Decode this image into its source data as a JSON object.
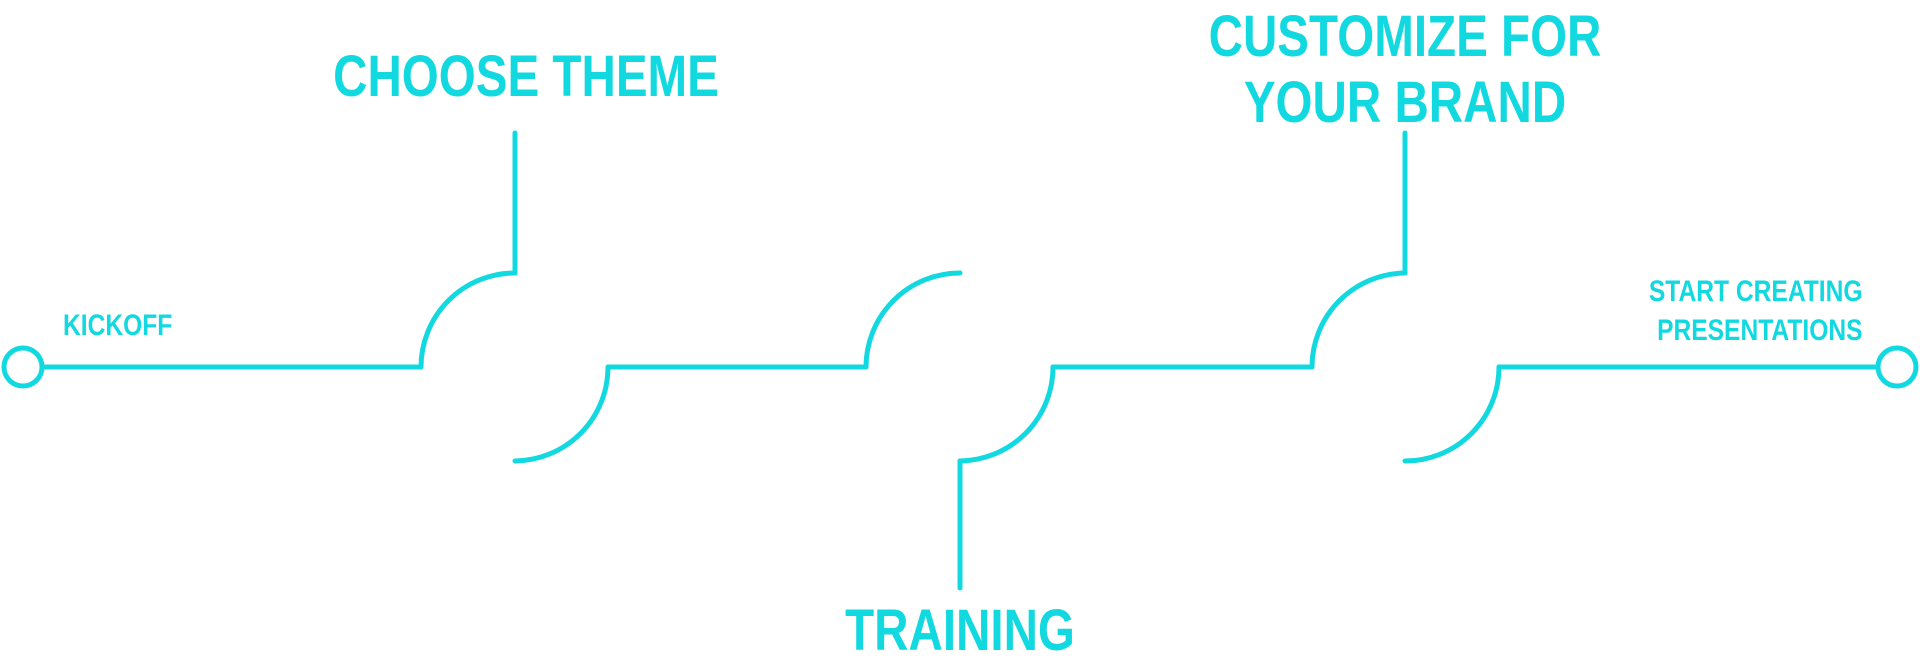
{
  "diagram": {
    "accent_color": "#12d8e0",
    "start_node": {
      "label": "KICKOFF"
    },
    "steps": [
      {
        "label_lines": [
          "CHOOSE THEME"
        ],
        "side": "top"
      },
      {
        "label_lines": [
          "TRAINING"
        ],
        "side": "bottom"
      },
      {
        "label_lines": [
          "CUSTOMIZE FOR",
          "YOUR BRAND"
        ],
        "side": "top"
      }
    ],
    "end_node": {
      "label_lines": [
        "START CREATING",
        "PRESENTATIONS"
      ]
    }
  }
}
